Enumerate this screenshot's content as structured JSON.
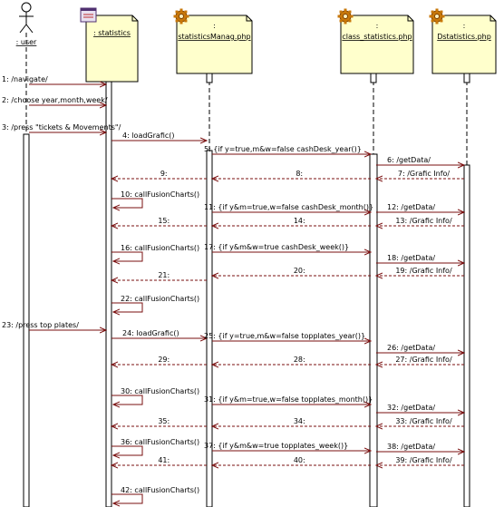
{
  "lifelines": [
    {
      "label": ": user",
      "kind": "actor"
    },
    {
      "label": ": statistics",
      "kind": "boundary"
    },
    {
      "label": ":",
      "sublabel": "statisticsManag.php",
      "kind": "component"
    },
    {
      "label": ":",
      "sublabel": "class_statistics.php",
      "kind": "component"
    },
    {
      "label": ":",
      "sublabel": "Dstatistics.php",
      "kind": "component"
    }
  ],
  "messages": [
    {
      "label": "1: /navigate/",
      "from": 0,
      "to": 1,
      "style": "sync"
    },
    {
      "label": "2: /choose year,month,week/",
      "from": 0,
      "to": 1,
      "style": "sync"
    },
    {
      "label": "3: /press \"tickets & Movements\"/",
      "from": 0,
      "to": 1,
      "style": "sync"
    },
    {
      "label": "4: loadGrafic()",
      "from": 1,
      "to": 2,
      "style": "sync"
    },
    {
      "label": "5: {if y=true,m&w=false cashDesk_year()}",
      "from": 2,
      "to": 3,
      "style": "sync"
    },
    {
      "label": "6: /getData/",
      "from": 3,
      "to": 4,
      "style": "sync"
    },
    {
      "label": "7: /Grafic Info/",
      "from": 4,
      "to": 3,
      "style": "return"
    },
    {
      "label": "8:",
      "from": 3,
      "to": 2,
      "style": "return"
    },
    {
      "label": "9:",
      "from": 2,
      "to": 1,
      "style": "return"
    },
    {
      "label": "10: callFusionCharts()",
      "from": 1,
      "to": 1,
      "style": "self"
    },
    {
      "label": "11: {if y&m=true,w=false cashDesk_month()}",
      "from": 2,
      "to": 3,
      "style": "sync"
    },
    {
      "label": "12: /getData/",
      "from": 3,
      "to": 4,
      "style": "sync"
    },
    {
      "label": "13: /Grafic Info/",
      "from": 4,
      "to": 3,
      "style": "return"
    },
    {
      "label": "14:",
      "from": 3,
      "to": 2,
      "style": "return"
    },
    {
      "label": "15:",
      "from": 2,
      "to": 1,
      "style": "return"
    },
    {
      "label": "16: callFusionCharts()",
      "from": 1,
      "to": 1,
      "style": "self"
    },
    {
      "label": "17: {if y&m&w=true cashDesk_week()}",
      "from": 2,
      "to": 3,
      "style": "sync"
    },
    {
      "label": "18: /getData/",
      "from": 3,
      "to": 4,
      "style": "sync"
    },
    {
      "label": "19: /Grafic Info/",
      "from": 4,
      "to": 3,
      "style": "return"
    },
    {
      "label": "20:",
      "from": 3,
      "to": 2,
      "style": "return"
    },
    {
      "label": "21:",
      "from": 2,
      "to": 1,
      "style": "return"
    },
    {
      "label": "22: callFusionCharts()",
      "from": 1,
      "to": 1,
      "style": "self"
    },
    {
      "label": "23: /press top plates/",
      "from": 0,
      "to": 1,
      "style": "sync"
    },
    {
      "label": "24: loadGrafic()",
      "from": 1,
      "to": 2,
      "style": "sync"
    },
    {
      "label": "25: {if y=true,m&w=false topplates_year()}",
      "from": 2,
      "to": 3,
      "style": "sync"
    },
    {
      "label": "26: /getData/",
      "from": 3,
      "to": 4,
      "style": "sync"
    },
    {
      "label": "27: /Grafic Info/",
      "from": 4,
      "to": 3,
      "style": "return"
    },
    {
      "label": "28:",
      "from": 3,
      "to": 2,
      "style": "return"
    },
    {
      "label": "29:",
      "from": 2,
      "to": 1,
      "style": "return"
    },
    {
      "label": "30: callFusionCharts()",
      "from": 1,
      "to": 1,
      "style": "self"
    },
    {
      "label": "31: {if y&m=true,w=false topplates_month()}",
      "from": 2,
      "to": 3,
      "style": "sync"
    },
    {
      "label": "32: /getData/",
      "from": 3,
      "to": 4,
      "style": "sync"
    },
    {
      "label": "33: /Grafic Info/",
      "from": 4,
      "to": 3,
      "style": "return"
    },
    {
      "label": "34:",
      "from": 3,
      "to": 2,
      "style": "return"
    },
    {
      "label": "35:",
      "from": 2,
      "to": 1,
      "style": "return"
    },
    {
      "label": "36: callFusionCharts()",
      "from": 1,
      "to": 1,
      "style": "self"
    },
    {
      "label": "37: {if y&m&w=true topplates_week()}",
      "from": 2,
      "to": 3,
      "style": "sync"
    },
    {
      "label": "38: /getData/",
      "from": 3,
      "to": 4,
      "style": "sync"
    },
    {
      "label": "39: /Grafic Info/",
      "from": 4,
      "to": 3,
      "style": "return"
    },
    {
      "label": "40:",
      "from": 3,
      "to": 2,
      "style": "return"
    },
    {
      "label": "41:",
      "from": 2,
      "to": 1,
      "style": "return"
    },
    {
      "label": "42: callFusionCharts()",
      "from": 1,
      "to": 1,
      "style": "self"
    }
  ],
  "colors": {
    "object_fill": "#ffffcc",
    "line": "#000000",
    "message_line": "#7a0f0f",
    "icon_gear": "#c8780a"
  }
}
